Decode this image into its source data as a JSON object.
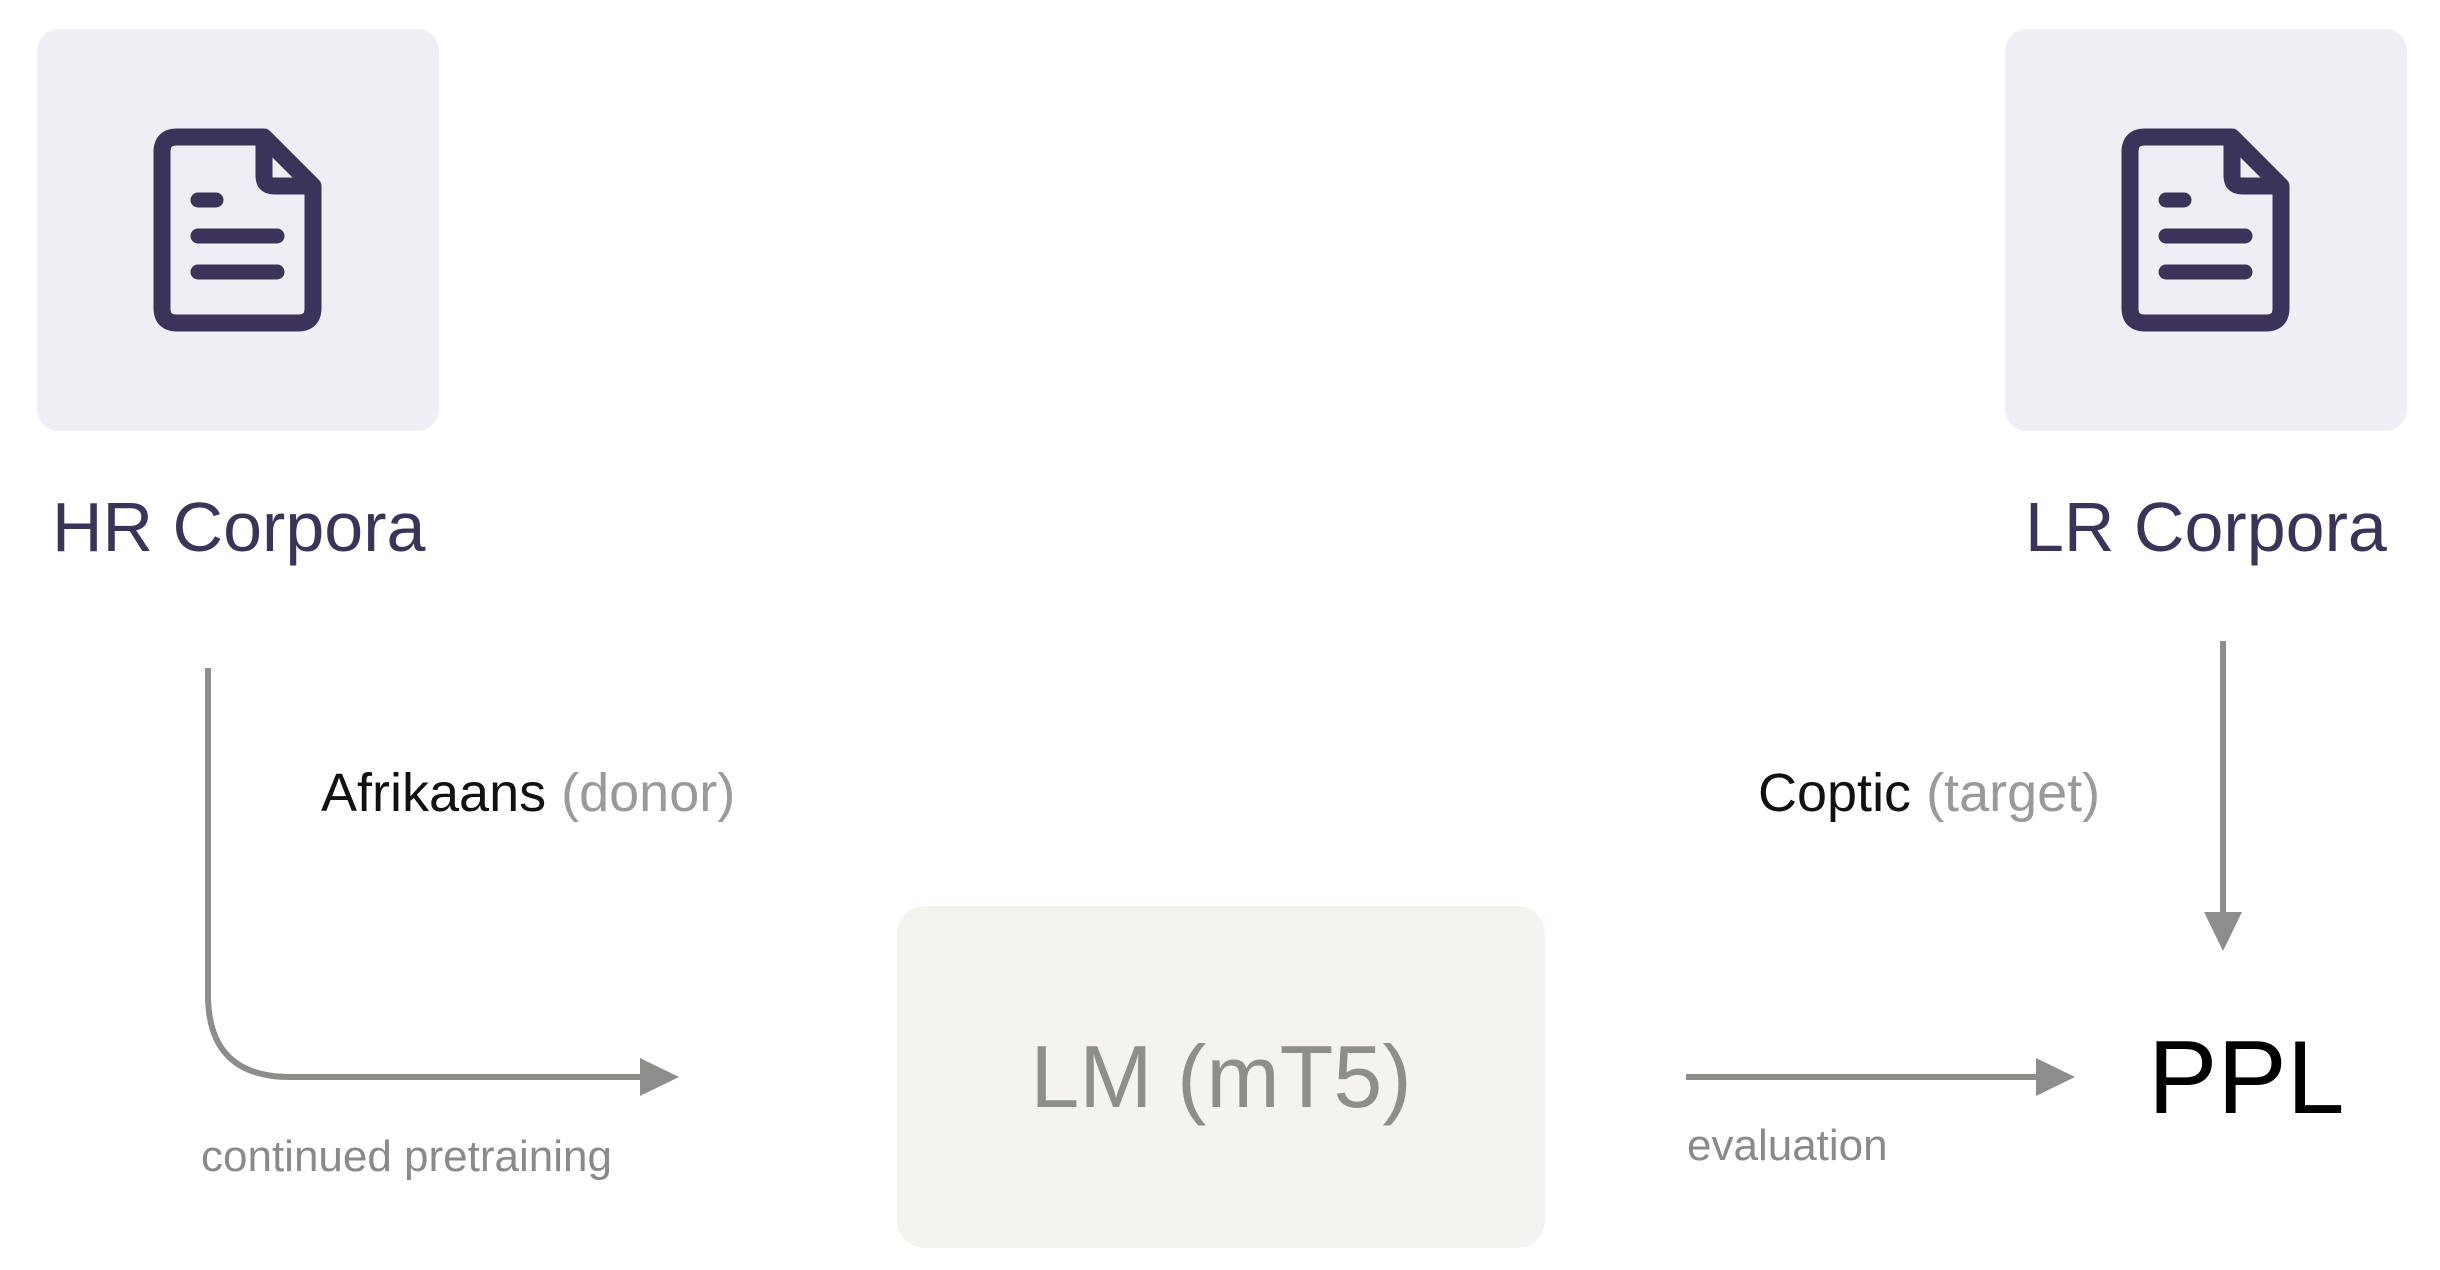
{
  "nodes": {
    "hr_corpora": {
      "label": "HR Corpora",
      "icon": "document-icon"
    },
    "lr_corpora": {
      "label": "LR Corpora",
      "icon": "document-icon"
    },
    "lm": {
      "label": "LM (mT5)"
    },
    "ppl": {
      "label": "PPL"
    }
  },
  "languages": {
    "donor": {
      "name": "Afrikaans",
      "role": "(donor)"
    },
    "target": {
      "name": "Coptic",
      "role": "(target)"
    }
  },
  "edges": {
    "pretraining": {
      "caption": "continued pretraining"
    },
    "evaluation": {
      "caption": "evaluation"
    }
  },
  "colors": {
    "icon": "#3b3458",
    "tile_bg": "#efeef5",
    "lm_bg": "#f4f3ee",
    "arrow": "#8d8d8b",
    "muted_text": "#9a9a98"
  }
}
